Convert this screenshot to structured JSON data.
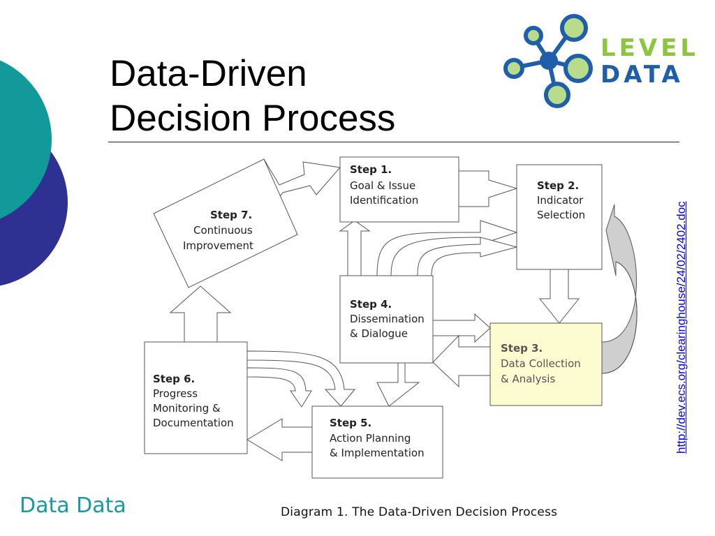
{
  "slide": {
    "title_line1": "Data-Driven",
    "title_line2": "Decision Process",
    "source_link": "http://dev.ecs.org/clearinghouse/24/02/2402.doc",
    "footer_brand": "Data Data",
    "caption": "Diagram 1. The Data-Driven Decision Process"
  },
  "logo": {
    "line1": "LEVEL",
    "line2": "DATA",
    "icon": "molecule-network-icon",
    "colors": {
      "green": "#8cc63f",
      "blue": "#1f5ea8"
    }
  },
  "diagram": {
    "steps": [
      {
        "id": "step1",
        "label": "Step 1.",
        "lines": [
          "Goal & Issue",
          "Identification"
        ]
      },
      {
        "id": "step2",
        "label": "Step 2.",
        "lines": [
          "Indicator",
          "Selection"
        ]
      },
      {
        "id": "step3",
        "label": "Step 3.",
        "lines": [
          "Data Collection",
          "& Analysis"
        ],
        "highlight": "#fdfcd0"
      },
      {
        "id": "step4",
        "label": "Step 4.",
        "lines": [
          "Dissemination",
          "& Dialogue"
        ]
      },
      {
        "id": "step5",
        "label": "Step 5.",
        "lines": [
          "Action Planning",
          "& Implementation"
        ]
      },
      {
        "id": "step6",
        "label": "Step 6.",
        "lines": [
          "Progress",
          "Monitoring &",
          "Documentation"
        ]
      },
      {
        "id": "step7",
        "label": "Step 7.",
        "lines": [
          "Continuous",
          "Improvement"
        ]
      }
    ]
  },
  "colors": {
    "teal": "#12999a",
    "indigo": "#2e3192",
    "step3_fill": "#fdfcd0",
    "feedback_fill": "#cfcfcf"
  }
}
